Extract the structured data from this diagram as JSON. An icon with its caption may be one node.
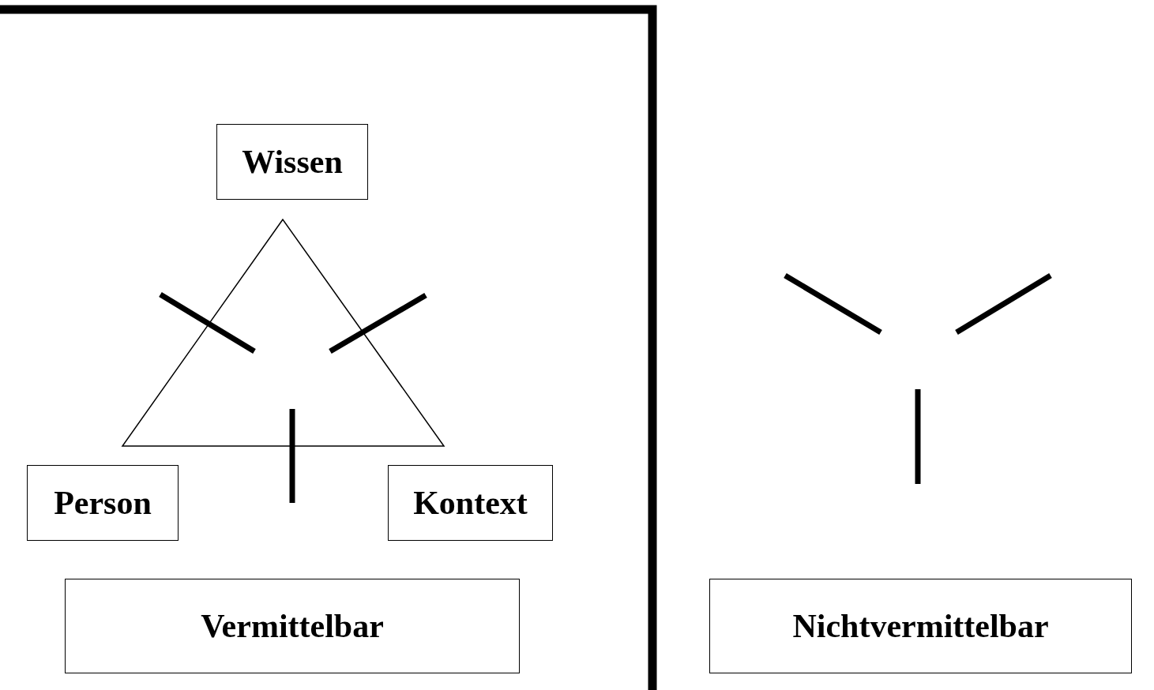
{
  "diagram": {
    "nodes": [
      {
        "text": [
          "Wissen"
        ]
      },
      {
        "text": [
          "Person"
        ]
      },
      {
        "text": [
          "Kontext"
        ]
      },
      {
        "text": [
          "Vermittelbar"
        ]
      },
      {
        "text": [
          "Nichtvermittelbar"
        ]
      }
    ],
    "edges": []
  }
}
